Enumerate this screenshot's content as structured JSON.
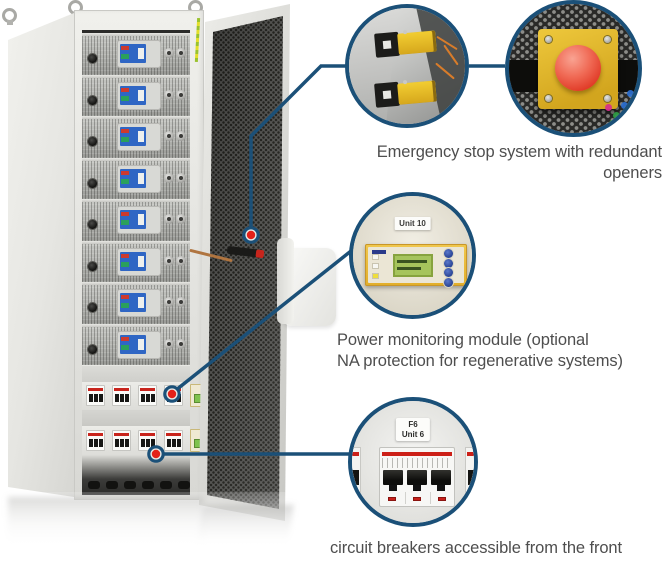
{
  "colors": {
    "accent_blue": "#1b5078",
    "anchor_red": "#e32119",
    "caption_text": "#4e4e4e",
    "cabinet_body": "#e6e6e2",
    "estop_plate_yellow": "#e8c237",
    "estop_button_red": "#ee5f4d",
    "lcd_green": "#a6c45c"
  },
  "captions": {
    "estop": {
      "lines": [
        "Emergency stop system with redundant",
        "openers"
      ]
    },
    "monitor": {
      "lines": [
        "Power monitoring module (optional",
        "NA protection for regenerative systems)"
      ]
    },
    "breakers": {
      "lines": [
        "circuit breakers accessible from the front"
      ]
    }
  },
  "photo_labels": {
    "monitor_unit": "Unit 10",
    "breaker_circuit": "F6",
    "breaker_unit": "Unit 6"
  },
  "icons": {
    "anchor_dot": "red-dot-anchor",
    "estop_connectors": "safety-door-switch-pair",
    "estop_button": "emergency-stop-mushroom-button",
    "monitor_module": "power-monitoring-module",
    "breaker": "three-pole-circuit-breaker"
  },
  "cabinet": {
    "psu_count": 8,
    "breaker_rows": 2,
    "breakers_per_row": 4,
    "gland_count": 6
  }
}
